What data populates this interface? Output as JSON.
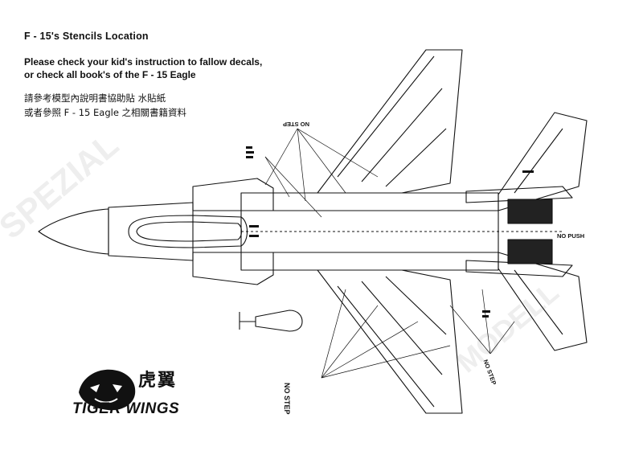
{
  "header": {
    "title": "F - 15's Stencils Location",
    "line1": "Please check your kid's instruction to fallow decals,",
    "line2": "or check all book's of the F - 15 Eagle",
    "zh_line1": "請參考模型內說明書協助貼 水貼紙",
    "zh_line2": "或者參照 F - 15 Eagle 之相關書籍資料"
  },
  "annotations": {
    "no_step_top": "NO STEP",
    "no_push": "NO PUSH",
    "no_step_bottom": "NO STEP",
    "no_step_right": "NO STEP"
  },
  "logo": {
    "zh": "虎翼",
    "en": "TIGER WINGS",
    "icon": "tiger-head-icon"
  },
  "watermark": {
    "text1": "SPEZIAL",
    "text2": "MODELL"
  },
  "colors": {
    "ink": "#111111",
    "paper": "#ffffff",
    "watermark": "#eeeeee"
  }
}
